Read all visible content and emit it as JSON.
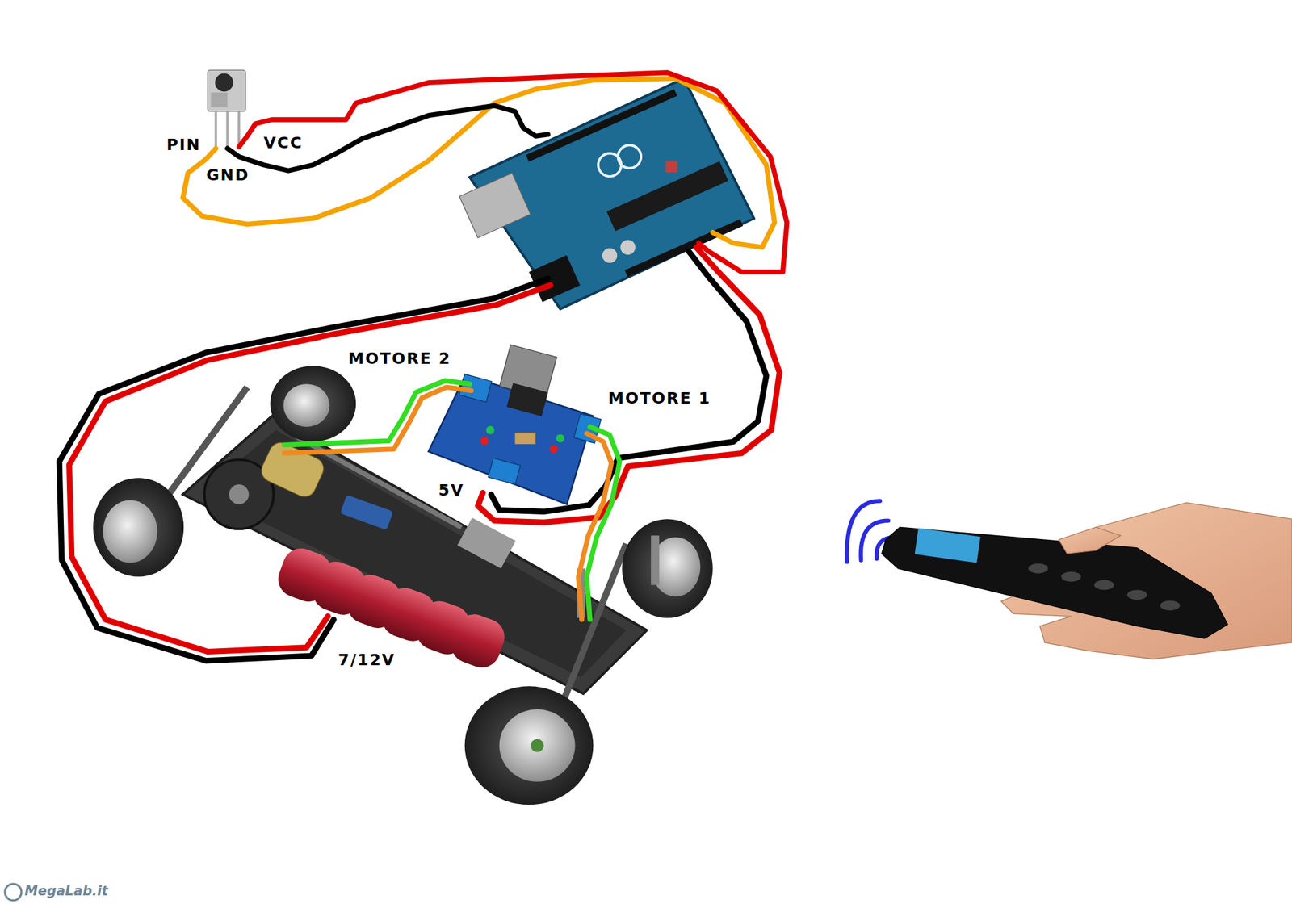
{
  "diagram": {
    "labels": [
      "PIN",
      "GND",
      "VCC",
      "MOTORE 2",
      "MOTORE 1",
      "5V",
      "7/12V",
      "MegaLab.it"
    ]
  }
}
